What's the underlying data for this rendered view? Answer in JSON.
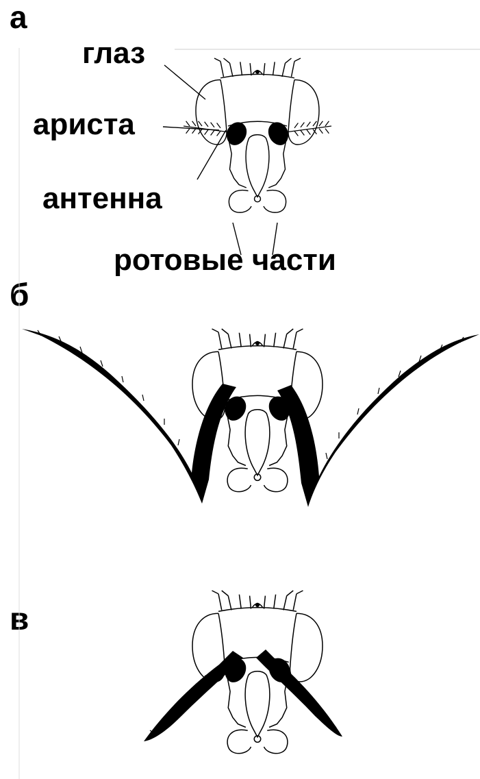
{
  "panels": [
    {
      "letter": "а"
    },
    {
      "letter": "б"
    },
    {
      "letter": "в"
    }
  ],
  "labels": {
    "eye": "глаз",
    "arista": "ариста",
    "antenna": "антенна",
    "mouthparts": "ротовые части"
  },
  "colors": {
    "ink": "#000000",
    "background": "#ffffff"
  }
}
